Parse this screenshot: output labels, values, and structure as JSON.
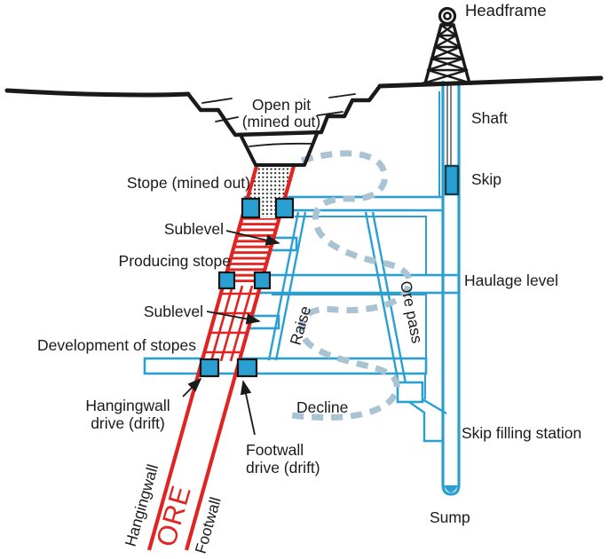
{
  "diagram": {
    "type": "underground-mine-cross-section",
    "labels": {
      "headframe": "Headframe",
      "open_pit_line1": "Open pit",
      "open_pit_line2": "(mined out)",
      "shaft": "Shaft",
      "skip": "Skip",
      "stope_mined_out": "Stope (mined out)",
      "sublevel_upper": "Sublevel",
      "producing_stope": "Producing stope",
      "haulage_level": "Haulage level",
      "sublevel_lower": "Sublevel",
      "development_of_stopes": "Development of stopes",
      "raise": "Raise",
      "ore_pass": "Ore pass",
      "hangingwall_drive_line1": "Hangingwall",
      "hangingwall_drive_line2": "drive (drift)",
      "footwall_drive_line1": "Footwall",
      "footwall_drive_line2": "drive (drift)",
      "decline": "Decline",
      "skip_filling_station": "Skip filling station",
      "sump": "Sump",
      "hangingwall_wall": "Hangingwall",
      "ore_body": "ORE",
      "footwall_wall": "Footwall"
    },
    "colors": {
      "ore_red": "#e02421",
      "mine_blue": "#2aa0d2",
      "decline_dash": "#a9c3d3",
      "ink": "#1a1a1a",
      "skip_fill": "#2aa0d2",
      "skip_outline": "#123f4f"
    }
  }
}
